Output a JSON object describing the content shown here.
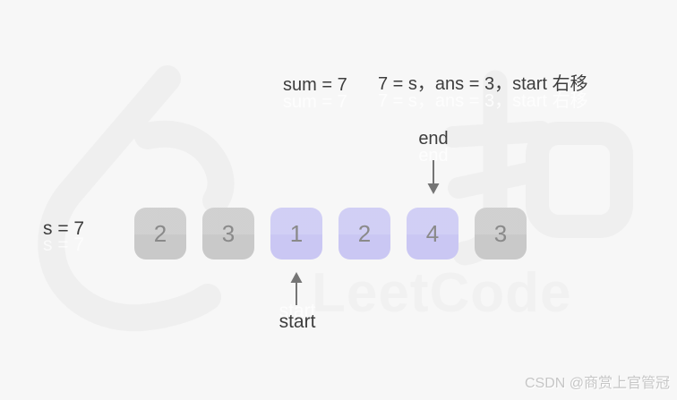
{
  "labels": {
    "sum": "sum = 7",
    "annotation": "7 = s，ans = 3，start 右移",
    "s": "s = 7",
    "end": "end",
    "start": "start"
  },
  "cells": [
    {
      "value": "2",
      "state": "outside"
    },
    {
      "value": "3",
      "state": "outside"
    },
    {
      "value": "1",
      "state": "window"
    },
    {
      "value": "2",
      "state": "window"
    },
    {
      "value": "4",
      "state": "window"
    },
    {
      "value": "3",
      "state": "outside"
    }
  ],
  "watermark": {
    "logo_text": "LeetCode",
    "logo_glyphs": "力扣",
    "credit": "CSDN @商赏上官管冠"
  },
  "colors": {
    "background": "#f7f7f7",
    "window_cell": "#cac7f3",
    "outside_cell": "#c9c9c9",
    "cell_number": "#8a8a8a",
    "label_text": "#3d3d3d",
    "arrow": "#757575",
    "watermark_stroke": "#efefef",
    "credit_text": "#c6c6c6"
  }
}
